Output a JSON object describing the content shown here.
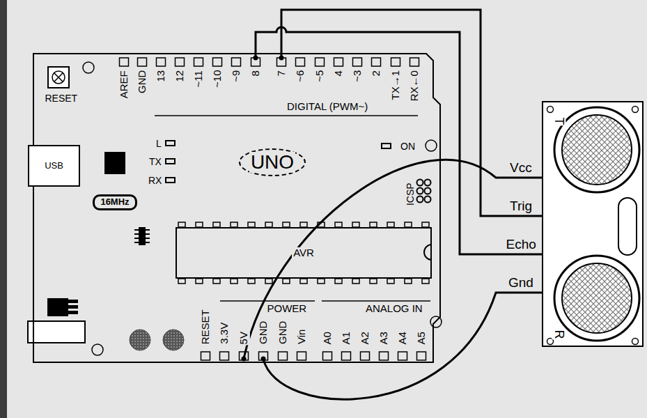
{
  "diagram": {
    "nodes": [
      {
        "text": [
          "DIGITAL (PWM~)",
          "POWER",
          "ANALOG IN"
        ]
      },
      {
        "text": [
          "USB"
        ],
        "in": 0
      },
      {
        "text": [
          "16MHz"
        ],
        "in": 0
      },
      {
        "text": [
          "UNO"
        ],
        "in": 0
      },
      {
        "text": [
          "AVR"
        ],
        "in": 0
      },
      {
        "text": [
          "T",
          "R"
        ]
      }
    ],
    "edges": [
      {
        "from": 0,
        "to": 5,
        "arrow": "none",
        "label": "Vcc"
      },
      {
        "from": 0,
        "to": 5,
        "arrow": "none",
        "label": "Trig"
      },
      {
        "from": 0,
        "to": 5,
        "arrow": "none",
        "label": "Echo"
      },
      {
        "from": 0,
        "to": 5,
        "arrow": "none",
        "label": "Gnd"
      }
    ],
    "labels": [
      "RESET",
      "AREF",
      "GND",
      "13",
      "12",
      "~11",
      "~10",
      "~9",
      "8",
      "7",
      "~6",
      "~5",
      "4",
      "~3",
      "2",
      "TX→1",
      "RX←0",
      "L",
      "TX",
      "RX",
      "ON",
      "ICSP",
      "RESET",
      "3.3V",
      "5V",
      "GND",
      "GND",
      "Vin",
      "A0",
      "A1",
      "A2",
      "A3",
      "A4",
      "A5"
    ]
  }
}
